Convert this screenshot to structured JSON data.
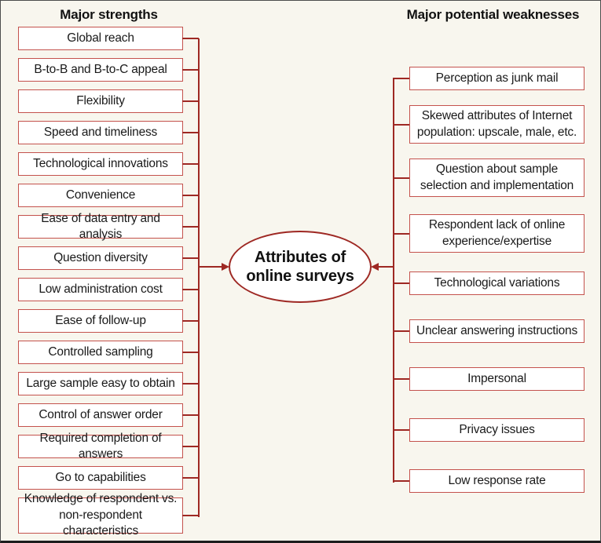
{
  "titles": {
    "left": "Major strengths",
    "right": "Major potential weaknesses"
  },
  "center": {
    "line1": "Attributes of",
    "line2": "online surveys"
  },
  "strengths": [
    "Global reach",
    "B-to-B and B-to-C appeal",
    "Flexibility",
    "Speed and timeliness",
    "Technological innovations",
    "Convenience",
    "Ease of data entry and analysis",
    "Question diversity",
    "Low administration cost",
    "Ease of follow-up",
    "Controlled sampling",
    "Large sample easy to obtain",
    "Control of answer order",
    "Required completion of answers",
    "Go to capabilities",
    "Knowledge of respondent vs. non-respondent characteristics"
  ],
  "weaknesses": [
    "Perception as junk mail",
    "Skewed attributes of Internet population: upscale, male, etc.",
    "Question about sample selection and implementation",
    "Respondent lack of online experience/expertise",
    "Technological variations",
    "Unclear answering instructions",
    "Impersonal",
    "Privacy issues",
    "Low response rate"
  ],
  "colors": {
    "background": "#f8f6ee",
    "box_fill": "#ffffff",
    "box_border": "#c4524d",
    "connector": "#9e2823",
    "text": "#1a1a1a"
  }
}
